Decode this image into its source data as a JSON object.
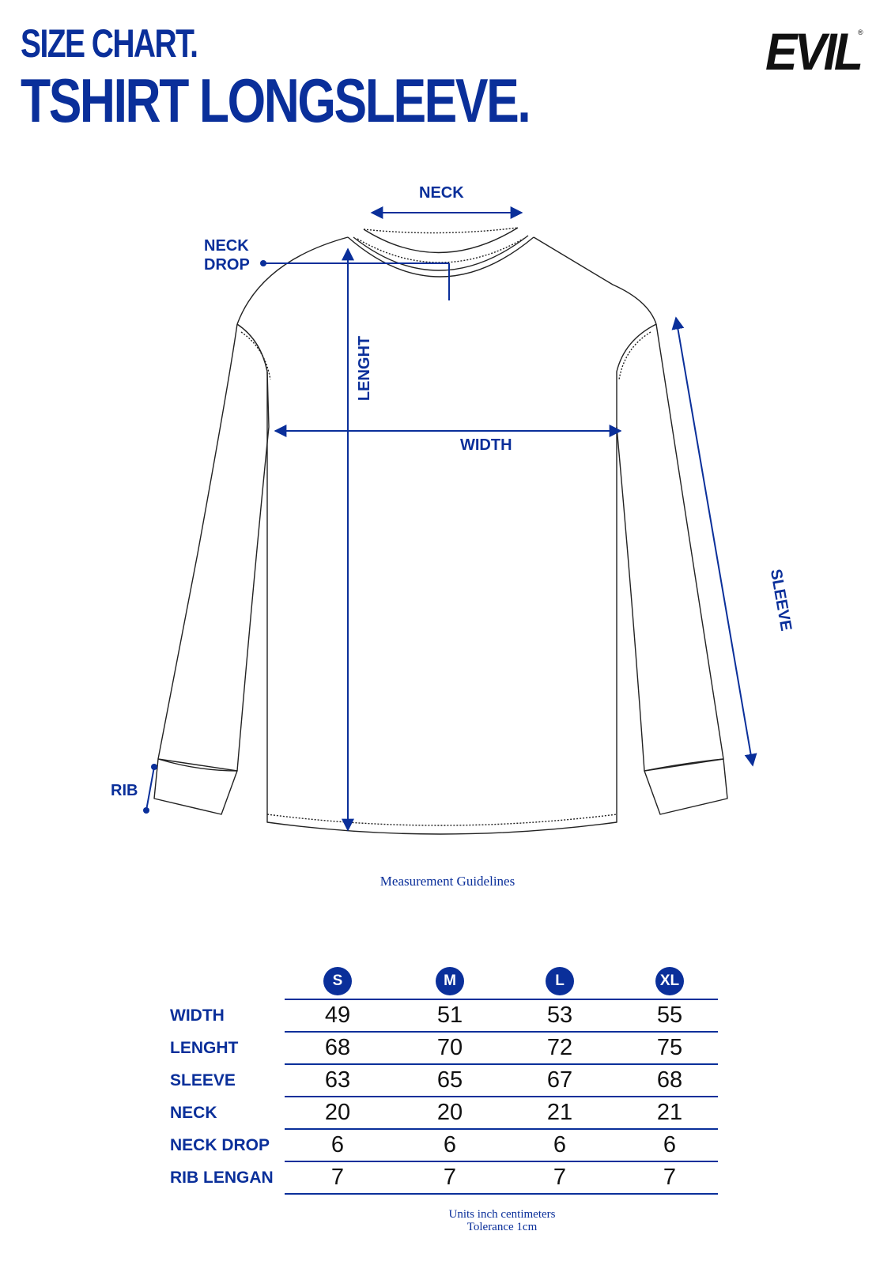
{
  "header": {
    "title_line1": "SIZE CHART.",
    "title_line2": "TSHIRT LONGSLEEVE."
  },
  "brand": {
    "logo_text": "EVIL",
    "registered_mark": "®"
  },
  "colors": {
    "accent": "#0a2f9a",
    "ink": "#111111"
  },
  "diagram": {
    "labels": {
      "neck": "NECK",
      "neck_drop_1": "NECK",
      "neck_drop_2": "DROP",
      "length": "LENGHT",
      "width": "WIDTH",
      "sleeve": "SLEEVE",
      "rib": "RIB"
    },
    "caption": "Measurement Guidelines"
  },
  "table": {
    "sizes": [
      "S",
      "M",
      "L",
      "XL"
    ],
    "rows": [
      {
        "label": "WIDTH",
        "values": [
          "49",
          "51",
          "53",
          "55"
        ]
      },
      {
        "label": "LENGHT",
        "values": [
          "68",
          "70",
          "72",
          "75"
        ]
      },
      {
        "label": "SLEEVE",
        "values": [
          "63",
          "65",
          "67",
          "68"
        ]
      },
      {
        "label": "NECK",
        "values": [
          "20",
          "20",
          "21",
          "21"
        ]
      },
      {
        "label": "NECK DROP",
        "values": [
          "6",
          "6",
          "6",
          "6"
        ]
      },
      {
        "label": "RIB LENGAN",
        "values": [
          "7",
          "7",
          "7",
          "7"
        ]
      }
    ]
  },
  "footnote": {
    "line1": "Units inch centimeters",
    "line2": "Tolerance 1cm"
  }
}
